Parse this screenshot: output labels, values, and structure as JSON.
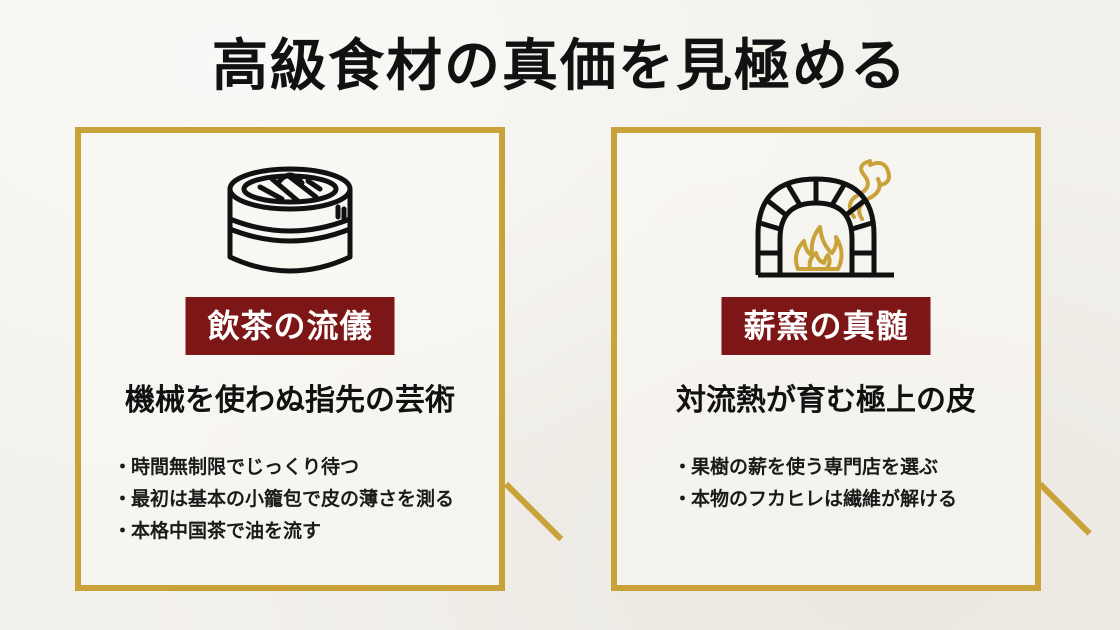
{
  "title": "高級食材の真価を見極める",
  "colors": {
    "gold": "#c9a23a",
    "badge": "#7d1616",
    "background": "#f3f1ec"
  },
  "cards": [
    {
      "icon": "steamer-basket-icon",
      "badge": "飲茶の流儀",
      "subtitle": "機械を使わぬ指先の芸術",
      "bullet_marker": "・",
      "bullets": [
        "時間無制限でじっくり待つ",
        "最初は基本の小籠包で皮の薄さを測る",
        "本格中国茶で油を流す"
      ]
    },
    {
      "icon": "wood-fired-oven-icon",
      "badge": "薪窯の真髄",
      "subtitle": "対流熱が育む極上の皮",
      "bullet_marker": "・",
      "bullets": [
        "果樹の薪を使う専門店を選ぶ",
        "本物のフカヒレは繊維が解ける"
      ]
    }
  ]
}
